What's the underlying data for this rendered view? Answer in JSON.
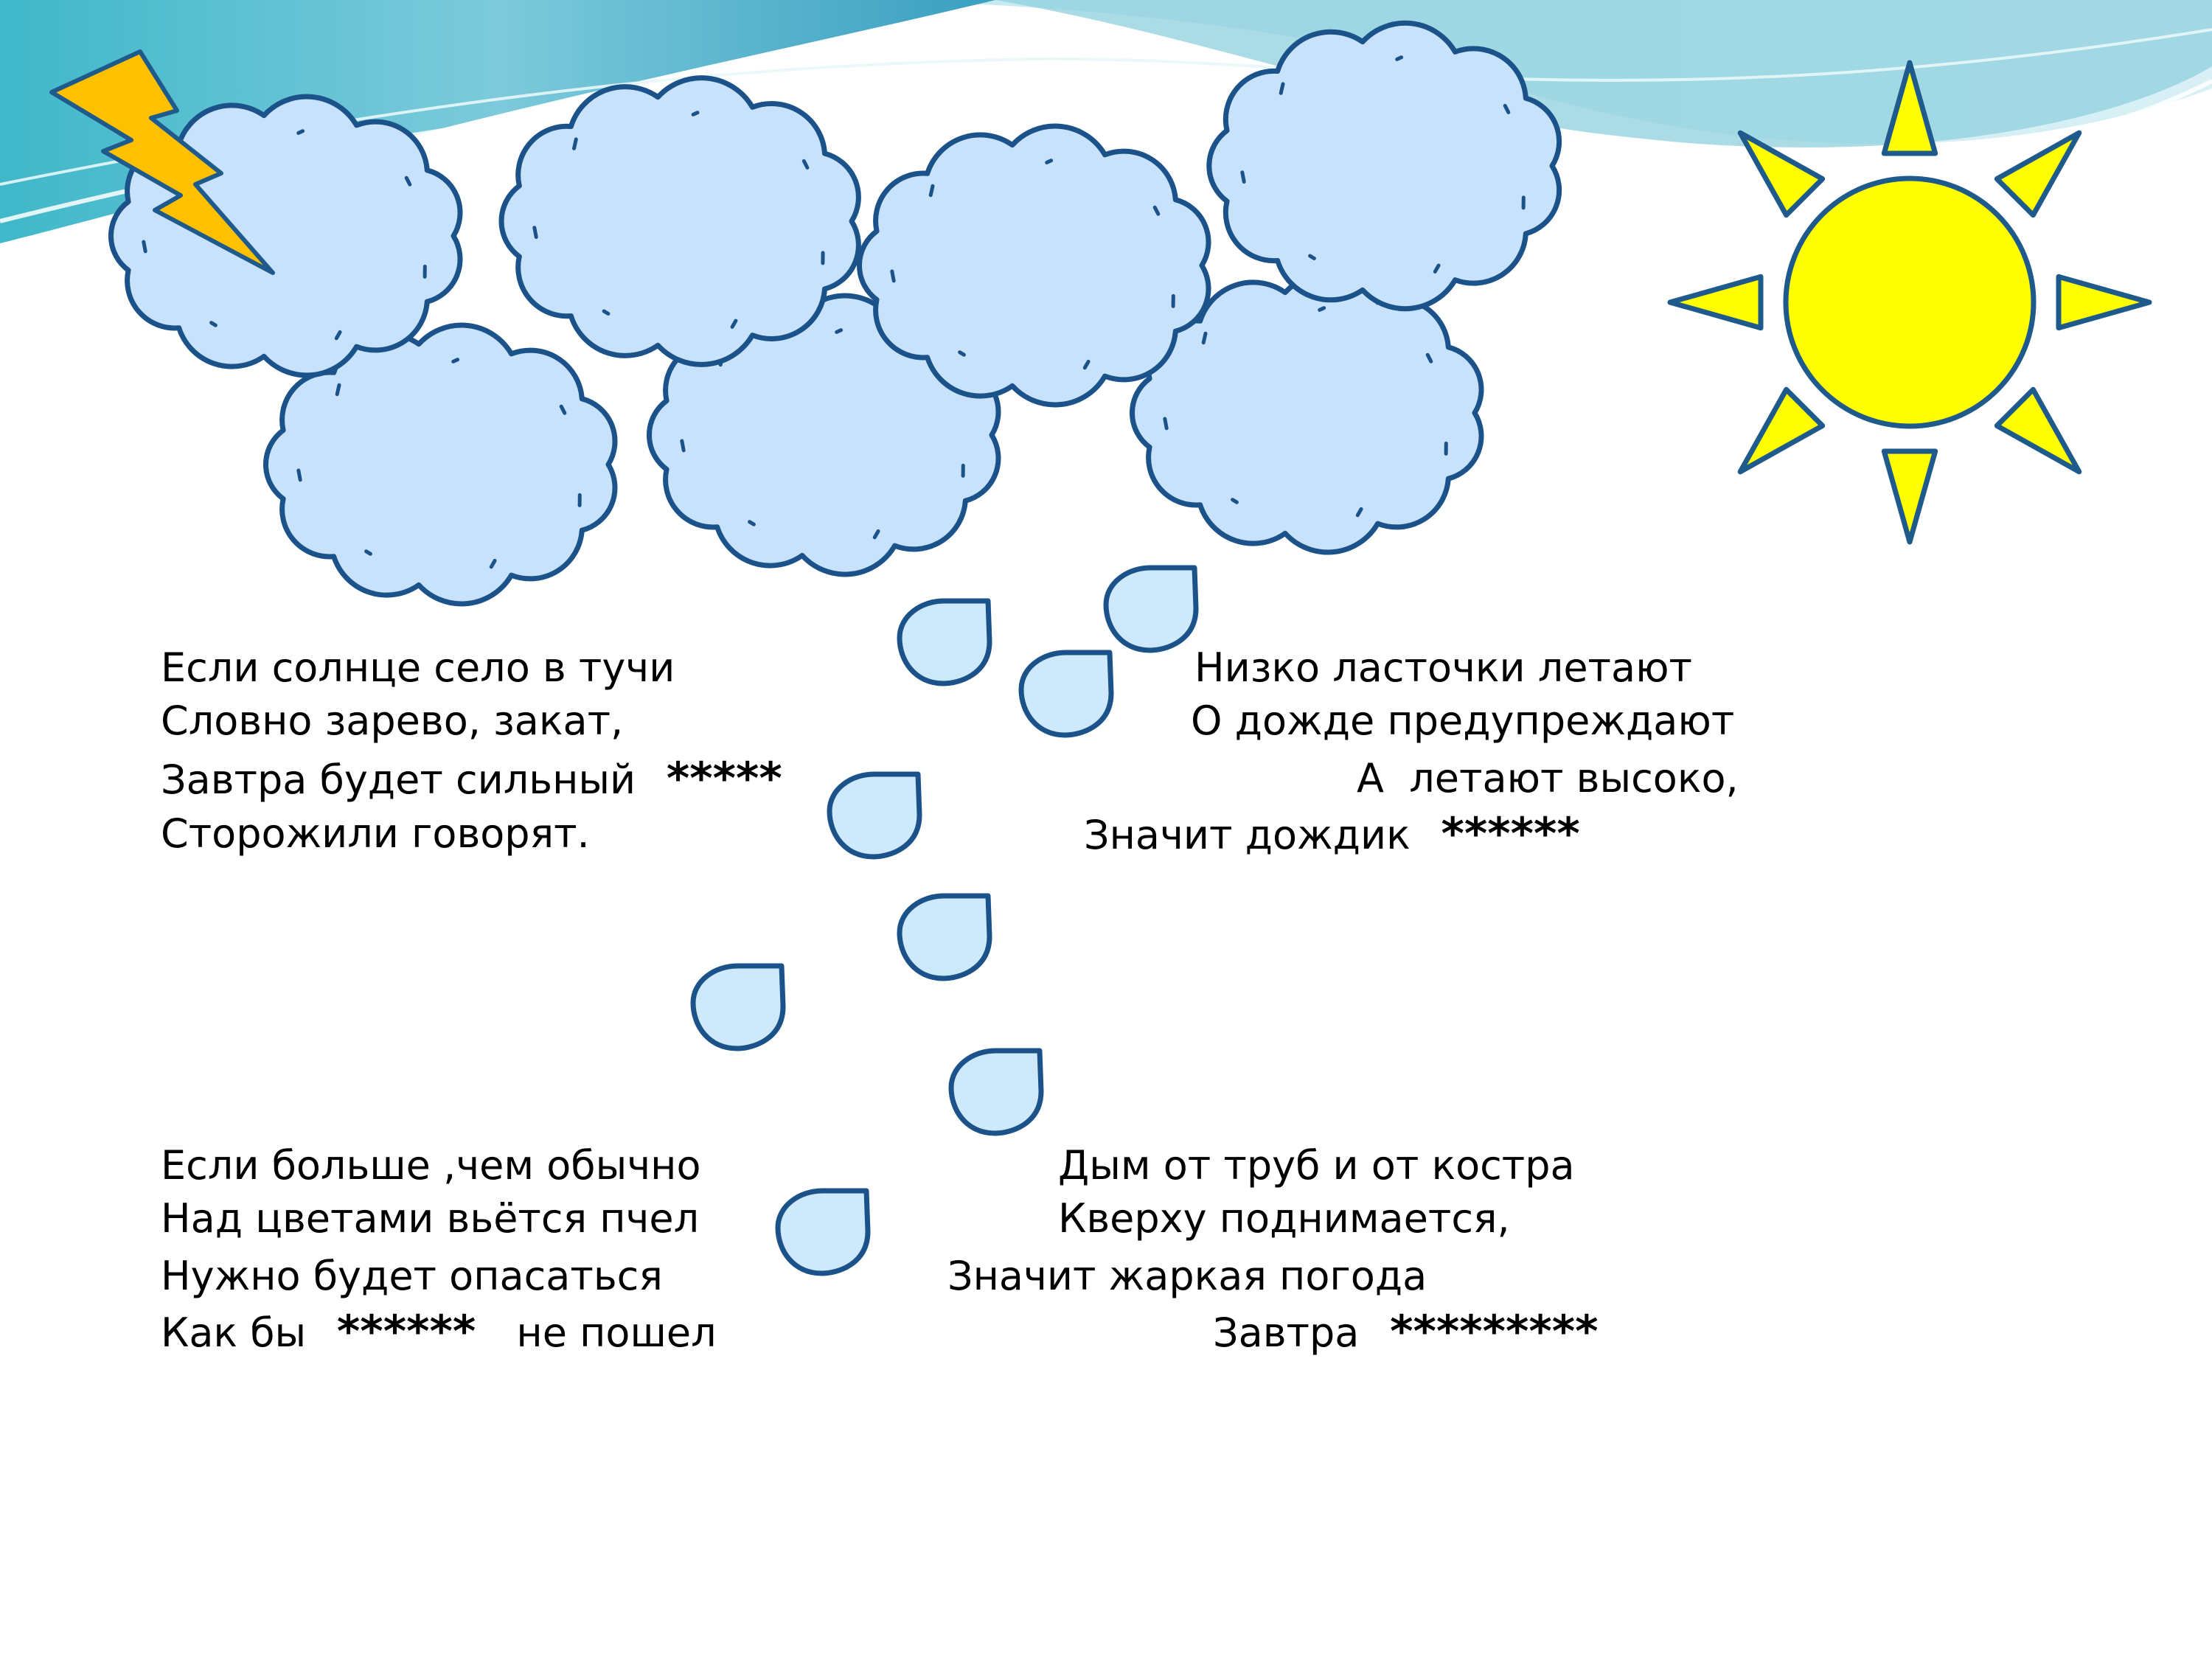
{
  "poems": [
    {
      "lines": [
        {
          "parts": [
            {
              "text": "Если солнце село в тучи",
              "bold": false
            }
          ]
        },
        {
          "parts": [
            {
              "text": "Словно зарево, закат,",
              "bold": false
            }
          ]
        },
        {
          "parts": [
            {
              "text": "Завтра будет сильный",
              "bold": false
            },
            {
              "text": "*****",
              "bold": true
            }
          ]
        },
        {
          "parts": [
            {
              "text": "Сторожили говорят.",
              "bold": false
            }
          ]
        }
      ]
    },
    {
      "lines": [
        {
          "parts": [
            {
              "text": "Низко ласточки летают",
              "bold": false
            }
          ]
        },
        {
          "parts": [
            {
              "text": "О дожде предупреждают",
              "bold": false
            }
          ]
        },
        {
          "parts": [
            {
              "text": "А  летают высоко,",
              "bold": false
            }
          ]
        },
        {
          "parts": [
            {
              "text": "Значит дождик",
              "bold": false
            },
            {
              "text": "******",
              "bold": true
            }
          ]
        }
      ]
    },
    {
      "lines": [
        {
          "parts": [
            {
              "text": "Если больше ,чем обычно",
              "bold": false
            }
          ]
        },
        {
          "parts": [
            {
              "text": "Над цветами вьётся пчел",
              "bold": false
            }
          ]
        },
        {
          "parts": [
            {
              "text": "Нужно будет опасаться",
              "bold": false
            }
          ]
        },
        {
          "parts": [
            {
              "text": "Как бы",
              "bold": false
            },
            {
              "text": "******",
              "bold": true
            },
            {
              "text": "не пошел",
              "bold": false
            }
          ]
        }
      ]
    },
    {
      "lines": [
        {
          "parts": [
            {
              "text": "Дым от труб и от костра",
              "bold": false
            }
          ]
        },
        {
          "parts": [
            {
              "text": "Кверху поднимается,",
              "bold": false
            }
          ]
        },
        {
          "parts": [
            {
              "text": "Значит жаркая погода",
              "bold": false
            }
          ]
        },
        {
          "parts": [
            {
              "text": "Завтра",
              "bold": false
            },
            {
              "text": "*********",
              "bold": true
            }
          ]
        }
      ]
    }
  ],
  "illustration": {
    "icons": [
      "lightning-icon",
      "cloud-icon",
      "raindrop-icon",
      "sun-icon"
    ],
    "colors": {
      "cloud_fill": "#c7e2fa",
      "cloud_stroke": "#1a5289",
      "drop_fill": "#cde9fb",
      "sun_fill": "#ffff00",
      "sun_stroke": "#1f5a8c",
      "lightning_fill": "#ffc000",
      "wave_dark": "#5cc6d6",
      "wave_light": "#a9dde8"
    }
  }
}
